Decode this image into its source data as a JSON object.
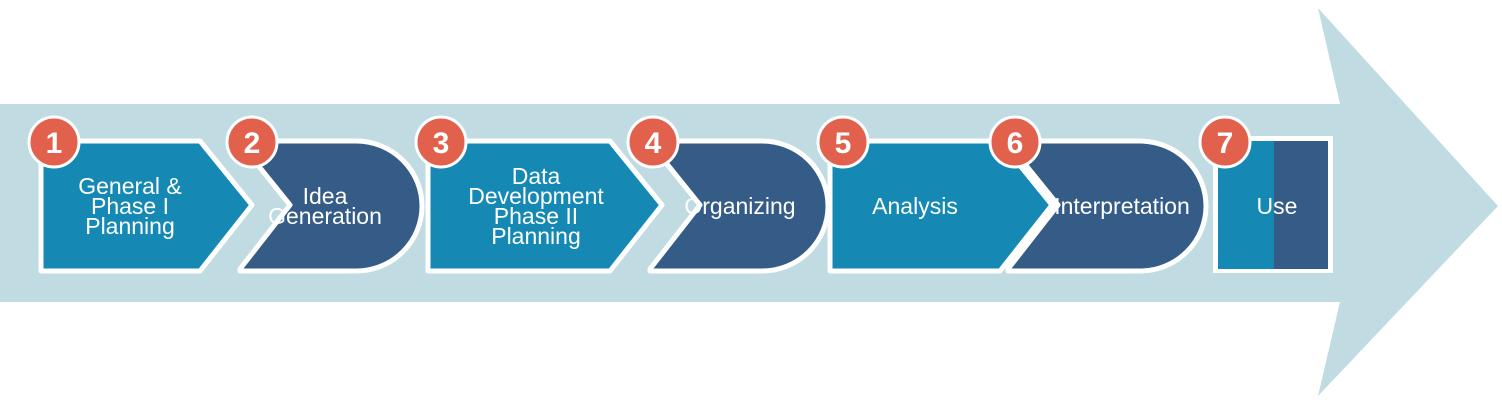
{
  "colors": {
    "big_arrow": "#c0dbe1",
    "teal_shape": "#1589b3",
    "navy_shape": "#345c87",
    "badge": "#e2614d",
    "outline": "#ffffff",
    "text": "#ffffff"
  },
  "steps": [
    {
      "number": "1",
      "lines": [
        "General &",
        "Phase I",
        "Planning"
      ],
      "shape": "chevron",
      "color": "teal"
    },
    {
      "number": "2",
      "lines": [
        "Idea",
        "Generation"
      ],
      "shape": "rounded",
      "color": "navy"
    },
    {
      "number": "3",
      "lines": [
        "Data",
        "Development",
        "Phase II",
        "Planning"
      ],
      "shape": "chevron",
      "color": "teal"
    },
    {
      "number": "4",
      "lines": [
        "Organizing"
      ],
      "shape": "rounded",
      "color": "navy"
    },
    {
      "number": "5",
      "lines": [
        "Analysis"
      ],
      "shape": "chevron",
      "color": "teal"
    },
    {
      "number": "6",
      "lines": [
        "Interpretation"
      ],
      "shape": "rounded",
      "color": "navy"
    },
    {
      "number": "7",
      "lines": [
        "Use"
      ],
      "shape": "split",
      "color": "teal+navy"
    }
  ]
}
